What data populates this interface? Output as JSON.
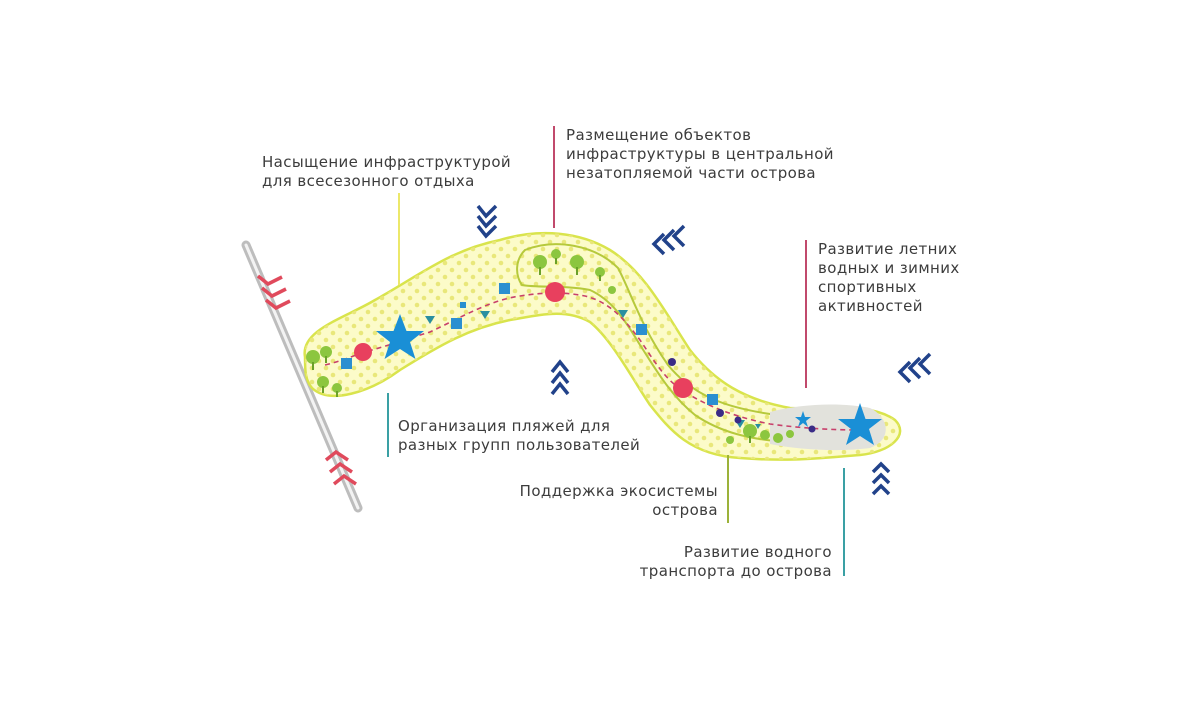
{
  "labels": {
    "all_season": [
      "Насыщение инфраструктурой",
      "для всесезонного отдыха"
    ],
    "central": [
      "Размещение объектов",
      "инфраструктуры в центральной",
      "незатопляемой части острова"
    ],
    "sports": [
      "Развитие летних",
      "водных и зимних",
      "спортивных",
      "активностей"
    ],
    "beaches": [
      "Организация пляжей для",
      "разных групп пользователей"
    ],
    "ecosystem": [
      "Поддержка экосистемы",
      "острова"
    ],
    "transport": [
      "Развитие водного",
      "транспорта до острова"
    ]
  },
  "colors": {
    "island_fill": "#fcfbc9",
    "island_outline": "#d9e44c",
    "dots": "#e9e77a",
    "green_zone": "#b6c93c",
    "trees": "#8cc63f",
    "path": "#c8406b",
    "node": "#e8405e",
    "star": "#1a8fd6",
    "square": "#2b8fd0",
    "small_dot": "#3a2c86",
    "chevron_navy": "#21428a",
    "chevron_red": "#e04a5c",
    "road": "#bdbdbd",
    "leader_yellow": "#ece86a",
    "leader_pink": "#c14a6c",
    "leader_teal": "#3aa0a4",
    "leader_olive": "#9cb23a"
  },
  "icons": [
    "star-icon",
    "circle-node-icon",
    "square-icon",
    "triangle-icon",
    "tree-icon",
    "chevron-icon"
  ]
}
